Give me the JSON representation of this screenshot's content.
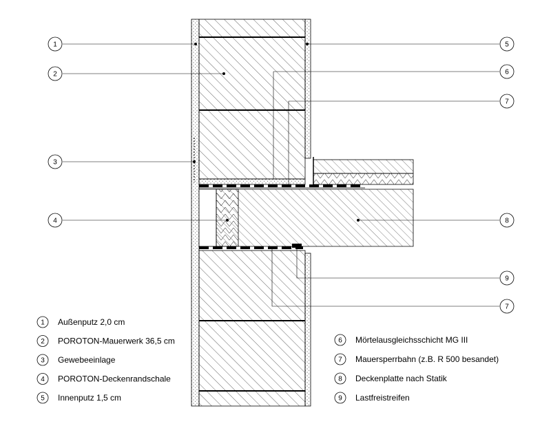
{
  "callouts": [
    {
      "num": "1",
      "side": "left"
    },
    {
      "num": "2",
      "side": "left"
    },
    {
      "num": "3",
      "side": "left"
    },
    {
      "num": "4",
      "side": "left"
    },
    {
      "num": "5",
      "side": "right"
    },
    {
      "num": "6",
      "side": "right"
    },
    {
      "num": "7",
      "side": "right"
    },
    {
      "num": "8",
      "side": "right"
    },
    {
      "num": "9",
      "side": "right"
    },
    {
      "num": "7",
      "side": "right"
    }
  ],
  "legend_left": [
    {
      "num": "1",
      "text": "Außenputz  2,0 cm"
    },
    {
      "num": "2",
      "text": "POROTON-Mauerwerk 36,5 cm"
    },
    {
      "num": "3",
      "text": "Gewebeeinlage"
    },
    {
      "num": "4",
      "text": "POROTON-Deckenrandschale"
    },
    {
      "num": "5",
      "text": "Innenputz  1,5 cm"
    }
  ],
  "legend_right": [
    {
      "num": "6",
      "text": "Mörtelausgleichsschicht MG III"
    },
    {
      "num": "7",
      "text": "Mauersperrbahn (z.B. R 500 besandet)"
    },
    {
      "num": "8",
      "text": "Deckenplatte nach Statik"
    },
    {
      "num": "9",
      "text": "Lastfreistreifen"
    }
  ]
}
